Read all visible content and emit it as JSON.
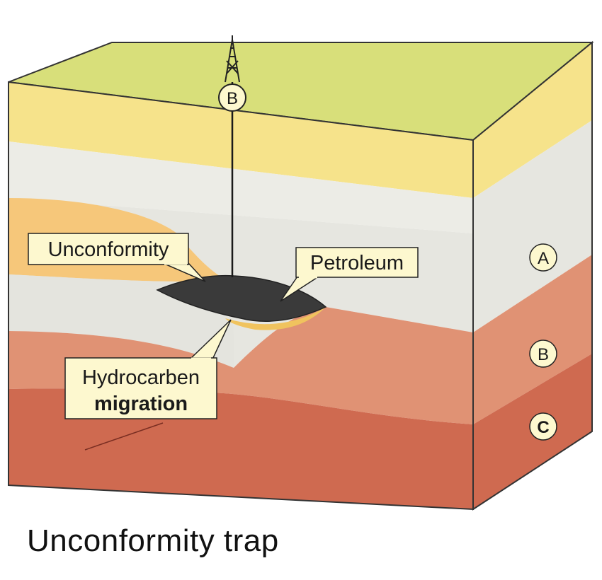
{
  "labels": {
    "unconformity": "Unconformity",
    "petroleum": "Petroleum",
    "migration_line1": "Hydrocarben",
    "migration_line2": "migration"
  },
  "markers": {
    "well": "B",
    "layer_a": "A",
    "layer_b": "B",
    "layer_c": "C"
  },
  "caption": "Unconformity trap",
  "colors": {
    "top_yellow": "#d8df7a",
    "yellow_band": "#f6e38b",
    "light_gray": "#e6e6e0",
    "orange_wedge": "#f6c77a",
    "salmon": "#e09274",
    "red_brown": "#cf6a50",
    "petroleum": "#3a3a3a",
    "label_fill": "#fdf8cf"
  }
}
